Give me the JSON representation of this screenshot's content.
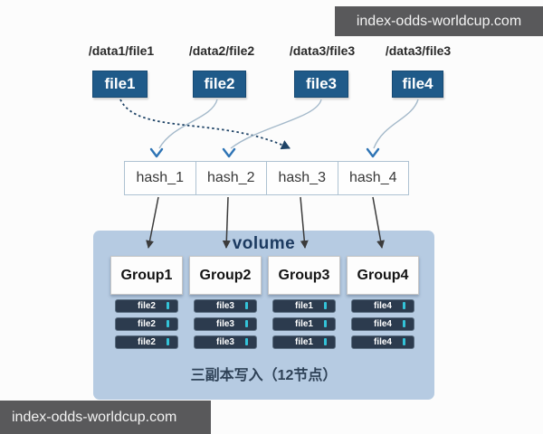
{
  "banners": {
    "top": "index-odds-worldcup.com",
    "bottom": "index-odds-worldcup.com"
  },
  "paths": [
    "/data1/file1",
    "/data2/file2",
    "/data3/file3",
    "/data3/file3"
  ],
  "files": [
    "file1",
    "file2",
    "file3",
    "file4"
  ],
  "hashes": [
    "hash_1",
    "hash_2",
    "hash_3",
    "hash_4"
  ],
  "volume": {
    "title": "volume",
    "groups": [
      {
        "label": "Group1",
        "files": [
          "file2",
          "file2",
          "file2"
        ]
      },
      {
        "label": "Group2",
        "files": [
          "file3",
          "file3",
          "file3"
        ]
      },
      {
        "label": "Group3",
        "files": [
          "file1",
          "file1",
          "file1"
        ]
      },
      {
        "label": "Group4",
        "files": [
          "file4",
          "file4",
          "file4"
        ]
      }
    ],
    "caption": "三副本写入（12节点）"
  },
  "colors": {
    "file_box_blue": "#1F5A89",
    "volume_panel_blue": "#B6CBE2",
    "entry_dark": "#2C3B4E",
    "entry_indicator_cyan": "#33C3D8",
    "banner_gray": "#59595B",
    "arrowhead_blue": "#2E74B5",
    "dotted_line_navy": "#1E4366",
    "curve_light": "#A4B9CA",
    "straight_arrow_dark": "#3B3B3B"
  }
}
